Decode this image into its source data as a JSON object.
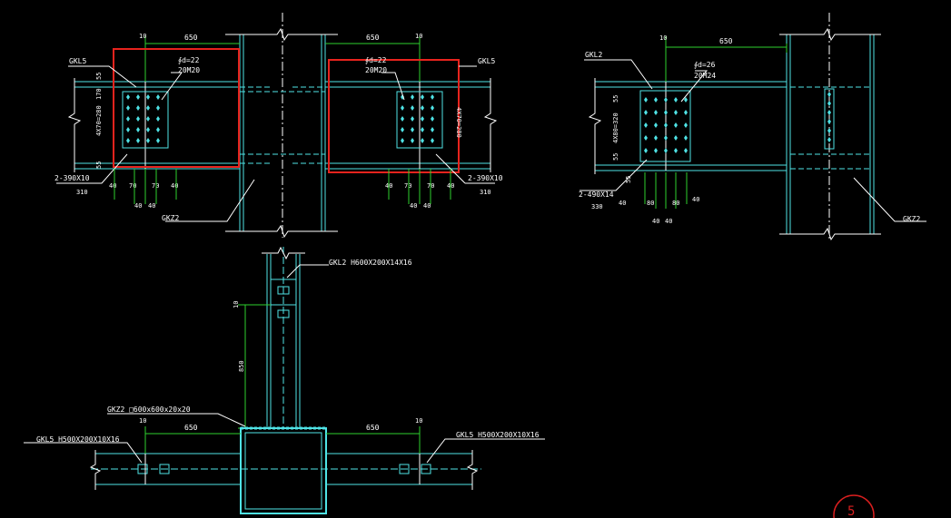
{
  "labels": {
    "gkl5_left": "GKL5",
    "gkl5_right": "GKL5",
    "gkl2": "GKL2",
    "bolts_left_1": "∮d=22",
    "bolts_left_2": "20M20",
    "bolts_right_1": "∮d=22",
    "bolts_right_2": "20M20",
    "bolts_gkl2_1": "∮d=26",
    "bolts_gkl2_2": "20M24",
    "plate_left": "2-390X10",
    "plate_right": "2-390X10",
    "plate_gkl2": "2-490X14",
    "gkz2_left": "GKZ2",
    "gkz2_right": "GKZ2",
    "plan_gkl2": "GKL2  H600X200X14X16",
    "plan_gkz2": "GKZ2  □600x600x20x20",
    "plan_gkl5_left": "GKL5  H500X200X10X16",
    "plan_gkl5_right": "GKL5  H500X200X10X16"
  },
  "dims": {
    "d650_a": "650",
    "d10_a": "10",
    "d650_b": "650",
    "d10_b": "10",
    "d650_c": "650",
    "d10_c": "10",
    "d55": "55",
    "d5x70": "4X70=280",
    "d170": "170",
    "d55b": "55",
    "d40": "40",
    "d70": "70",
    "d310": "310",
    "d330": "330",
    "d80": "80",
    "d4x80": "4X80=320",
    "p10": "10",
    "p850": "850",
    "p650_l": "650",
    "p10_l": "10",
    "p650_r": "650",
    "p10_r": "10"
  },
  "marker": "5",
  "colors": {
    "bg": "#000000",
    "line": "#ffffff",
    "member": "#4fe3e6",
    "dim": "#2ed12e",
    "highlight": "#e8231d",
    "marker": "#d91f1f"
  }
}
